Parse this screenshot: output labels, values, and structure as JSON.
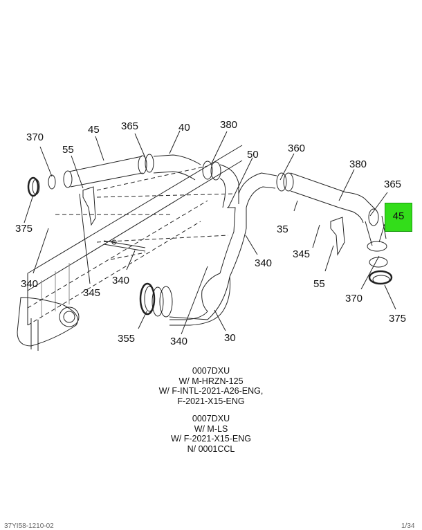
{
  "callouts": {
    "c370_a": "370",
    "c45_a": "45",
    "c365_a": "365",
    "c40": "40",
    "c380_a": "380",
    "c55_a": "55",
    "c50": "50",
    "c360": "360",
    "c380_b": "380",
    "c365_b": "365",
    "c45_b": "45",
    "c375_a": "375",
    "c35": "35",
    "c345_a": "345",
    "c340_a": "340",
    "c345_b": "345",
    "c340_b": "340",
    "c340_c": "340",
    "c55_b": "55",
    "c370_b": "370",
    "c355": "355",
    "c340_d": "340",
    "c30": "30",
    "c375_b": "375"
  },
  "highlight": {
    "label": "45",
    "color": "#33dd1a"
  },
  "caption_1": [
    "0007DXU",
    "W/ M-HRZN-125",
    "W/ F-INTL-2021-A26-ENG,",
    "F-2021-X15-ENG"
  ],
  "caption_2": [
    "0007DXU",
    "W/ M-LS",
    "W/ F-2021-X15-ENG",
    "N/ 0001CCL"
  ],
  "footer": {
    "left": "37YI58-1210-02",
    "right": "1/34"
  }
}
